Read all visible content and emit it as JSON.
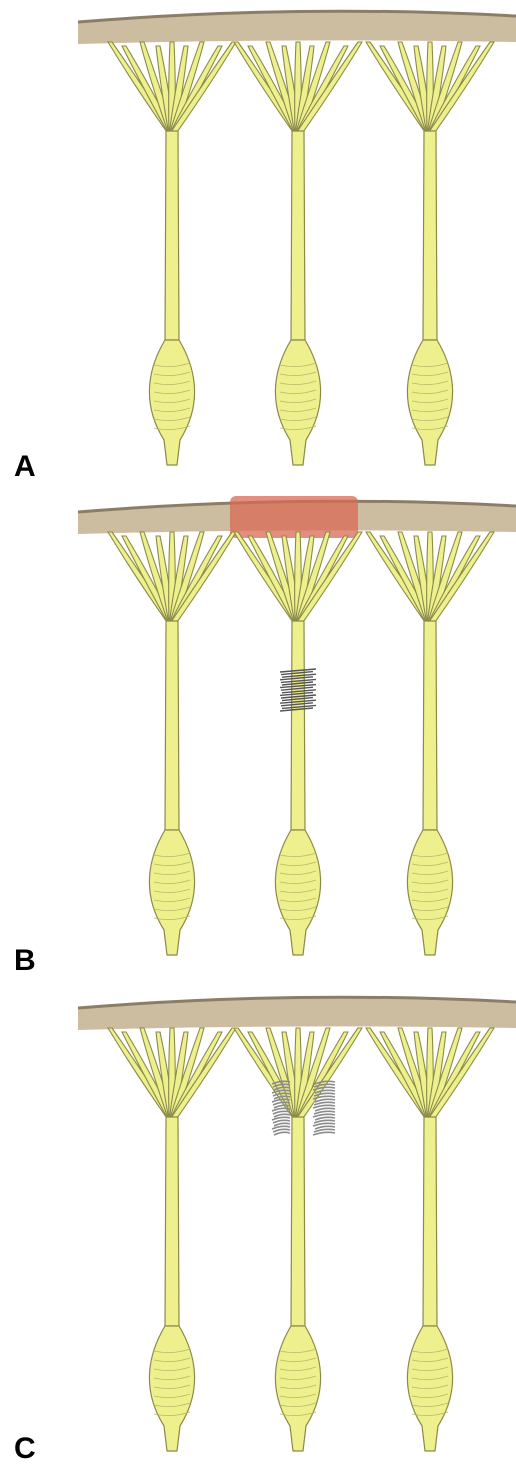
{
  "panels": [
    {
      "label": "A",
      "variant": "normal"
    },
    {
      "label": "B",
      "variant": "lesion-highlight"
    },
    {
      "label": "C",
      "variant": "split"
    }
  ],
  "colors": {
    "membrane": "#cdbda0",
    "membrane_edge": "#8c7e66",
    "cell_fill": "#eef08d",
    "cell_stroke": "#8a8a4a",
    "highlight": "#d86a55",
    "lesion": "#555555"
  }
}
